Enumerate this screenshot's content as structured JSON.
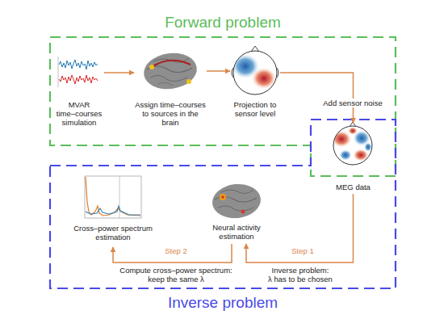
{
  "diagram": {
    "nodes": [
      {
        "text": [
          "Forward problem"
        ]
      },
      {
        "text": [
          "MVAR time–courses simulation"
        ],
        "in": 0
      },
      {
        "text": [
          "Assign time–courses to sources in the brain"
        ],
        "in": 0
      },
      {
        "text": [
          "Projection to sensor level"
        ],
        "in": 0
      },
      {
        "text": [
          "Inverse problem"
        ]
      },
      {
        "text": [
          "MEG data"
        ],
        "in": 4
      },
      {
        "text": [
          "Neural activity estimation"
        ],
        "in": 4
      },
      {
        "text": [
          "Cross–power spectrum estimation"
        ],
        "in": 4
      }
    ],
    "edges": [
      {
        "from": 1,
        "to": 2,
        "arrow": "to"
      },
      {
        "from": 2,
        "to": 3,
        "arrow": "to"
      },
      {
        "from": 3,
        "to": 5,
        "arrow": "to",
        "label": "Add sensor noise"
      },
      {
        "from": 5,
        "to": 6,
        "arrow": "to",
        "label": "Inverse problem: λ has to be chosen"
      },
      {
        "from": 6,
        "to": 7,
        "arrow": "to",
        "label": "Compute cross–power spectrum: keep the same λ"
      }
    ],
    "labels": [
      "Step 1",
      "Step 2"
    ]
  }
}
